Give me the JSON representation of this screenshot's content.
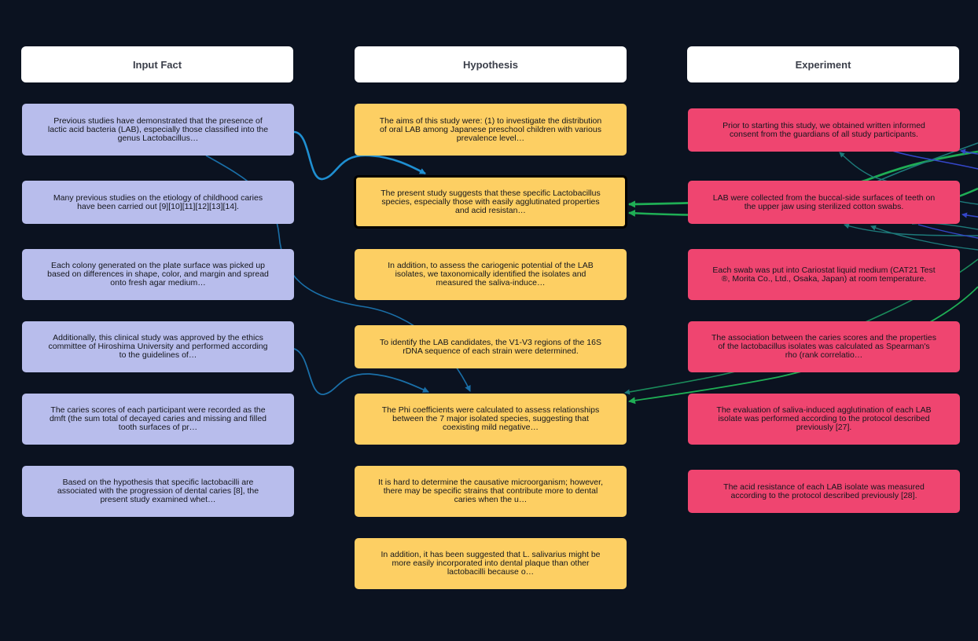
{
  "columns": {
    "fact": "Input Fact",
    "hypothesis": "Hypothesis",
    "experiment": "Experiment"
  },
  "facts": [
    "Previous studies have demonstrated that the presence of lactic acid bacteria (LAB), especially those classified into the genus Lactobacillus…",
    "Many previous studies on the etiology of childhood caries have been carried out [9][10][11][12][13][14].",
    "Each colony generated on the plate surface was picked up based on differences in shape, color, and margin and spread onto fresh agar medium…",
    "Additionally, this clinical study was approved by the ethics committee of Hiroshima University and performed according to the guidelines of…",
    "The caries scores of each participant were recorded as the dmft (the sum total of decayed caries and missing and filled tooth surfaces of pr…",
    "Based on the hypothesis that specific lactobacilli are associated with the progression of dental caries [8], the present study examined whet…"
  ],
  "hypotheses": [
    "The aims of this study were: (1) to investigate the distribution of oral LAB among Japanese preschool children with various prevalence level…",
    "The present study suggests that these specific Lactobacillus species, especially those with easily agglutinated properties and acid resistan…",
    "In addition, to assess the cariogenic potential of the LAB isolates, we taxonomically identified the isolates and measured the saliva-induce…",
    "To identify the LAB candidates, the V1-V3 regions of the 16S rDNA sequence of each strain were determined.",
    "The Phi coefficients were calculated to assess relationships between the 7 major isolated species, suggesting that coexisting mild negative…",
    "It is hard to determine the causative microorganism; however, there may be specific strains that contribute more to dental caries when the u…",
    "In addition, it has been suggested that L. salivarius might be more easily incorporated into dental plaque than other lactobacilli because o…"
  ],
  "experiments": [
    "Prior to starting this study, we obtained written informed consent from the guardians of all study participants.",
    "LAB were collected from the buccal-side surfaces of teeth on the upper jaw using sterilized cotton swabs.",
    "Each swab was put into Cariostat liquid medium (CAT21 Test ®, Morita Co., Ltd., Osaka, Japan) at room temperature.",
    "The association between the caries scores and the properties of the lactobacillus isolates was calculated as Spearman's rho (rank correlatio…",
    "The evaluation of saliva-induced agglutination of each LAB isolate was performed according to the protocol described previously [27].",
    "The acid resistance of each LAB isolate was measured according to the protocol described previously [28]."
  ],
  "colors": {
    "background": "#0b1220",
    "fact": "#b8bdec",
    "hypothesis": "#fdcf63",
    "experiment": "#ef4570",
    "edge_blue": "#1f8fd1",
    "edge_teal": "#1d7a7a",
    "edge_green": "#1fae55",
    "edge_indigo": "#3446c9"
  }
}
